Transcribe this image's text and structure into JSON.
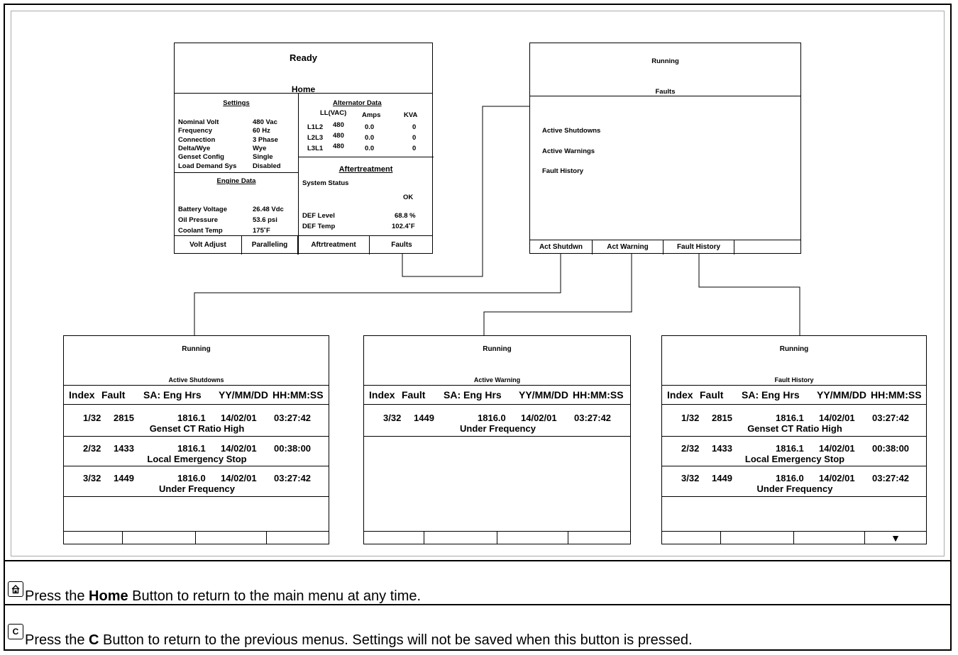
{
  "home": {
    "status": "Ready",
    "title": "Home",
    "settings_header": "Settings",
    "settings": [
      {
        "label": "Nominal Volt",
        "value": "480  Vac"
      },
      {
        "label": "Frequency",
        "value": "60 Hz"
      },
      {
        "label": "Connection",
        "value": "3 Phase"
      },
      {
        "label": "Delta/Wye",
        "value": "Wye"
      },
      {
        "label": "Genset Config",
        "value": "Single"
      },
      {
        "label": "Load Demand Sys",
        "value": "Disabled"
      }
    ],
    "engine_header": "Engine Data",
    "engine": [
      {
        "label": "Battery Voltage",
        "value": "26.48 Vdc"
      },
      {
        "label": "Oil Pressure",
        "value": "53.6 psi"
      },
      {
        "label": "Coolant Temp",
        "value": "175˚F"
      }
    ],
    "alt_header": "Alternator Data",
    "alt_cols": [
      "LL(VAC)",
      "Amps",
      "KVA"
    ],
    "alt_rows": [
      {
        "label": "L1L2",
        "ll": "480",
        "amps": "0.0",
        "kva": "0"
      },
      {
        "label": "L2L3",
        "ll": "480",
        "amps": "0.0",
        "kva": "0"
      },
      {
        "label": "L3L1",
        "ll": "480",
        "amps": "0.0",
        "kva": "0"
      }
    ],
    "after_header": "Aftertreatment",
    "system_status_label": "System Status",
    "system_status_value": "OK",
    "def_level_label": "DEF Level",
    "def_level_value": "68.8 %",
    "def_temp_label": "DEF Temp",
    "def_temp_value": "102.4˚F",
    "softkeys": [
      "Volt Adjust",
      "Paralleling",
      "Aftrtreatment",
      "Faults"
    ]
  },
  "faults": {
    "status": "Running",
    "title": "Faults",
    "items": [
      "Active Shutdowns",
      "Active Warnings",
      "Fault History"
    ],
    "softkeys": [
      "Act Shutdwn",
      "Act Warning",
      "Fault History",
      ""
    ]
  },
  "columns": {
    "index": "Index",
    "fault": "Fault",
    "sa": "SA:  Eng Hrs",
    "date": "YY/MM/DD",
    "time": "HH:MM:SS"
  },
  "shutdowns": {
    "status": "Running",
    "title": "Active Shutdowns",
    "rows": [
      {
        "index": "1/32",
        "fault": "2815",
        "hrs": "1816.1",
        "date": "14/02/01",
        "time": "03:27:42",
        "desc": "Genset CT Ratio High"
      },
      {
        "index": "2/32",
        "fault": "1433",
        "hrs": "1816.1",
        "date": "14/02/01",
        "time": "00:38:00",
        "desc": "Local Emergency Stop"
      },
      {
        "index": "3/32",
        "fault": "1449",
        "hrs": "1816.0",
        "date": "14/02/01",
        "time": "03:27:42",
        "desc": "Under Frequency"
      }
    ]
  },
  "warnings": {
    "status": "Running",
    "title": "Active Warning",
    "rows": [
      {
        "index": "3/32",
        "fault": "1449",
        "hrs": "1816.0",
        "date": "14/02/01",
        "time": "03:27:42",
        "desc": "Under Frequency"
      }
    ]
  },
  "history": {
    "status": "Running",
    "title": "Fault History",
    "rows": [
      {
        "index": "1/32",
        "fault": "2815",
        "hrs": "1816.1",
        "date": "14/02/01",
        "time": "03:27:42",
        "desc": "Genset CT Ratio High"
      },
      {
        "index": "2/32",
        "fault": "1433",
        "hrs": "1816.1",
        "date": "14/02/01",
        "time": "00:38:00",
        "desc": "Local Emergency Stop"
      },
      {
        "index": "3/32",
        "fault": "1449",
        "hrs": "1816.0",
        "date": "14/02/01",
        "time": "03:27:42",
        "desc": "Under Frequency"
      }
    ],
    "down_arrow": "▼"
  },
  "notes": {
    "home_icon": "home-icon",
    "home_pre": "Press the ",
    "home_bold": "Home",
    "home_post": " Button to return to the main menu at any time.",
    "c_icon_label": "C",
    "c_pre": "Press the ",
    "c_bold": "C",
    "c_post": " Button to return to the previous menus. Settings will not be saved when this button is pressed."
  }
}
